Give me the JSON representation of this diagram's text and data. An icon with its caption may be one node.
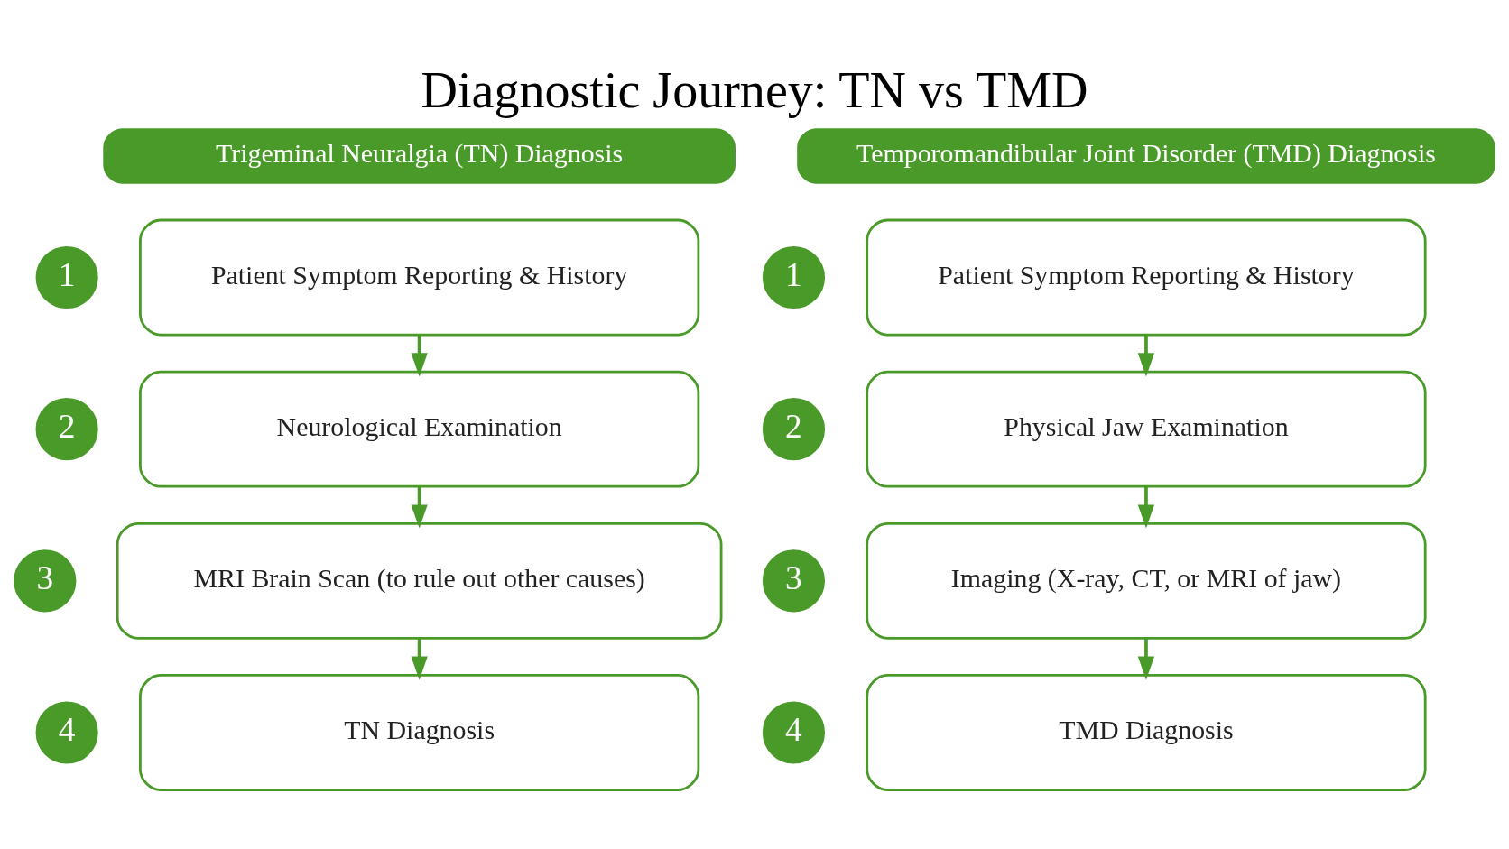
{
  "diagram": {
    "title": "Diagnostic Journey: TN vs TMD",
    "nodes": [
      {
        "text": [
          "Trigeminal Neuralgia (TN) Diagnosis"
        ]
      },
      {
        "text": [
          "Patient Symptom Reporting & History"
        ],
        "beside": [
          "1"
        ]
      },
      {
        "text": [
          "Neurological Examination"
        ],
        "beside": [
          "2"
        ]
      },
      {
        "text": [
          "MRI Brain Scan (to rule out other causes)"
        ],
        "beside": [
          "3"
        ]
      },
      {
        "text": [
          "TN Diagnosis"
        ],
        "beside": [
          "4"
        ]
      },
      {
        "text": [
          "Temporomandibular Joint Disorder (TMD) Diagnosis"
        ]
      },
      {
        "text": [
          "Patient Symptom Reporting & History"
        ],
        "beside": [
          "1"
        ]
      },
      {
        "text": [
          "Physical Jaw Examination"
        ],
        "beside": [
          "2"
        ]
      },
      {
        "text": [
          "Imaging (X-ray, CT, or MRI of jaw)"
        ],
        "beside": [
          "3"
        ]
      },
      {
        "text": [
          "TMD Diagnosis"
        ],
        "beside": [
          "4"
        ]
      }
    ],
    "edges": [
      {
        "from": 1,
        "to": 2,
        "arrow": "to"
      },
      {
        "from": 2,
        "to": 3,
        "arrow": "to"
      },
      {
        "from": 3,
        "to": 4,
        "arrow": "to"
      },
      {
        "from": 6,
        "to": 7,
        "arrow": "to"
      },
      {
        "from": 7,
        "to": 8,
        "arrow": "to"
      },
      {
        "from": 8,
        "to": 9,
        "arrow": "to"
      }
    ]
  }
}
